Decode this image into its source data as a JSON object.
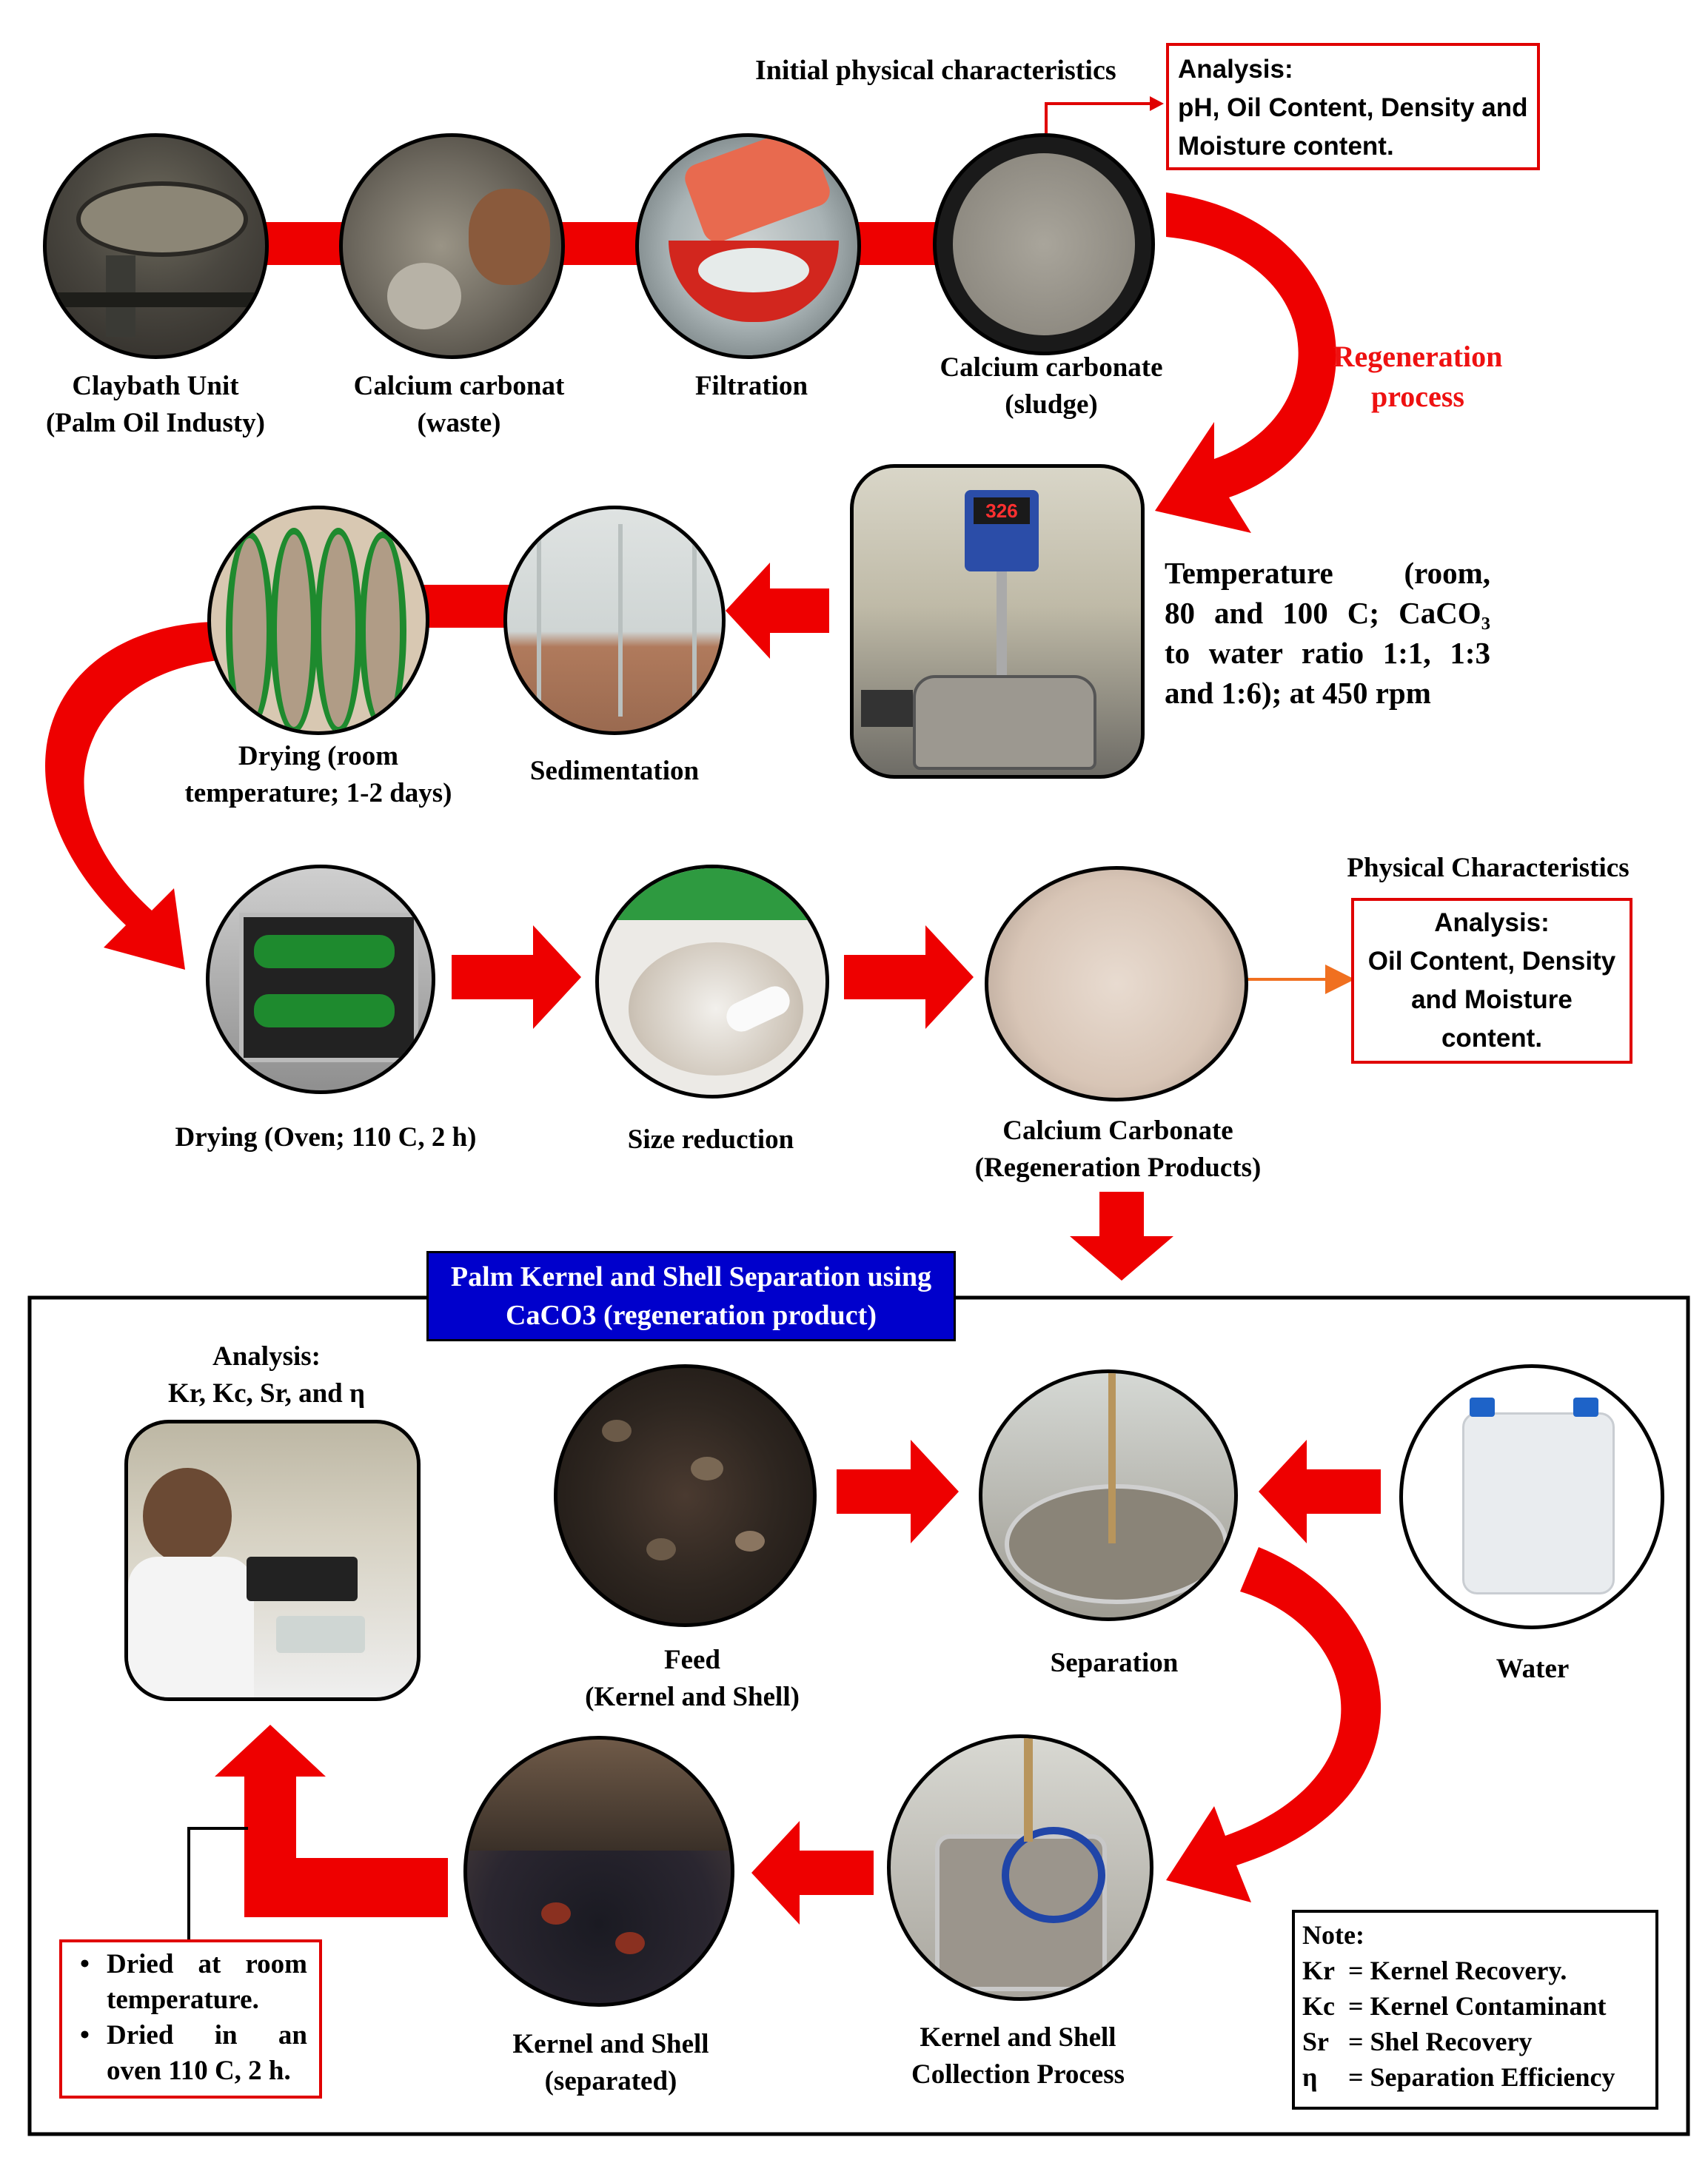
{
  "top": {
    "initial_title": "Initial physical characteristics",
    "analysis1_title": "Analysis:",
    "analysis1_line1": "pH, Oil Content, Density and",
    "analysis1_line2": "Moisture content.",
    "regen_line1": "Regeneration",
    "regen_line2": "process",
    "steps": [
      {
        "l1": "Claybath Unit",
        "l2": "(Palm Oil Industy)"
      },
      {
        "l1": "Calcium carbonat",
        "l2": "(waste)"
      },
      {
        "l1": "Filtration",
        "l2": ""
      },
      {
        "l1": "Calcium carbonate",
        "l2": "(sludge)"
      }
    ]
  },
  "middle": {
    "mixer_text": [
      "Temperature (room,",
      "80 and 100 C; CaCO₃",
      "to water ratio 1:1, 1:3",
      "and 1:6); at 450 rpm"
    ],
    "mixer_display": "326",
    "sedimentation": "Sedimentation",
    "drying_room_l1": "Drying (room",
    "drying_room_l2": "temperature; 1-2 days)",
    "drying_oven": "Drying (Oven; 110 C, 2 h)",
    "size_reduction": "Size reduction",
    "caco3_l1": "Calcium Carbonate",
    "caco3_l2": "(Regeneration Products)",
    "phys_title": "Physical Characteristics",
    "analysis2_title": "Analysis:",
    "analysis2_lines": [
      "Oil Content, Density",
      "and Moisture",
      "content."
    ]
  },
  "bottom": {
    "banner_l1": "Palm Kernel and Shell Separation using",
    "banner_l2": "CaCO3 (regeneration product)",
    "analysis3_l1": "Analysis:",
    "analysis3_l2": "Kr, Kc, Sr, and η",
    "feed_l1": "Feed",
    "feed_l2": "(Kernel and Shell)",
    "separation": "Separation",
    "water": "Water",
    "collection_l1": "Kernel and Shell",
    "collection_l2": "Collection Process",
    "separated_l1": "Kernel and Shell",
    "separated_l2": "(separated)",
    "dried_items": [
      {
        "a": "Dried at room",
        "b": "temperature."
      },
      {
        "a": "Dried in an",
        "b": "oven 110 C, 2 h."
      }
    ],
    "note_title": "Note:",
    "notes": [
      {
        "abbr": "Kr",
        "def": "= Kernel Recovery."
      },
      {
        "abbr": "Kc",
        "def": "= Kernel Contaminant"
      },
      {
        "abbr": "Sr",
        "def": "= Shel Recovery"
      },
      {
        "abbr": "η",
        "def": "= Separation Efficiency"
      }
    ]
  },
  "colors": {
    "arrow": "#ee0000",
    "banner": "#0000cc",
    "regen_text": "#ee1111",
    "orange_connector": "#f07020"
  }
}
